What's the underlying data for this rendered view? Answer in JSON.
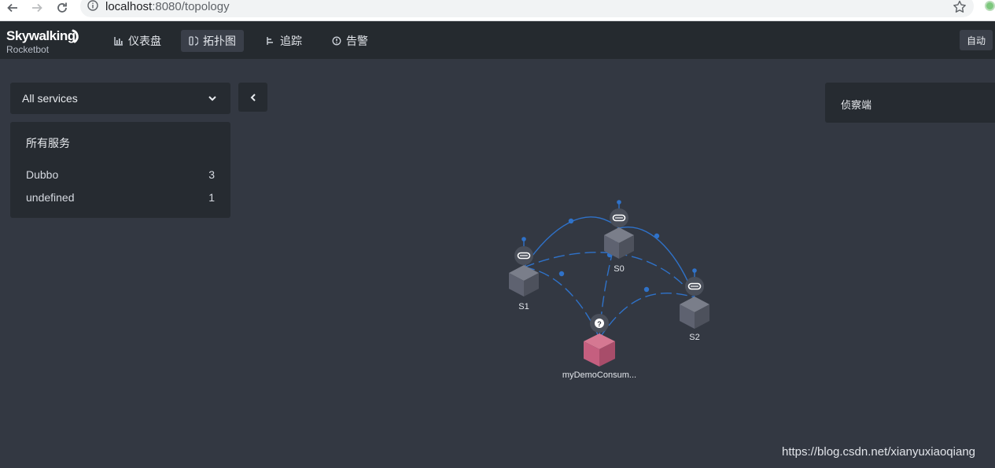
{
  "browser": {
    "url_host": "localhost",
    "url_rest": ":8080/topology"
  },
  "header": {
    "logo_title": "Skywalking",
    "logo_subtitle": "Rocketbot",
    "nav": [
      {
        "label": "仪表盘",
        "icon": "chart-icon"
      },
      {
        "label": "拓扑图",
        "icon": "topology-icon"
      },
      {
        "label": "追踪",
        "icon": "trace-icon"
      },
      {
        "label": "告警",
        "icon": "alarm-icon"
      }
    ],
    "auto_label": "自动"
  },
  "service_select": {
    "value": "All services"
  },
  "service_panel": {
    "title": "所有服务",
    "items": [
      {
        "name": "Dubbo",
        "count": "3"
      },
      {
        "name": "undefined",
        "count": "1"
      }
    ]
  },
  "detector_panel": {
    "title": "侦察端"
  },
  "topology": {
    "nodes": [
      {
        "id": "s0",
        "label": "S0",
        "type": "dubbo"
      },
      {
        "id": "s1",
        "label": "S1",
        "type": "dubbo"
      },
      {
        "id": "s2",
        "label": "S2",
        "type": "dubbo"
      },
      {
        "id": "consumer",
        "label": "myDemoConsum...",
        "type": "unknown"
      }
    ],
    "colors": {
      "node": "#5e6270",
      "consumer": "#c55f7f",
      "edge": "#2f72c9"
    }
  },
  "watermark": "https://blog.csdn.net/xianyuxiaoqiang"
}
